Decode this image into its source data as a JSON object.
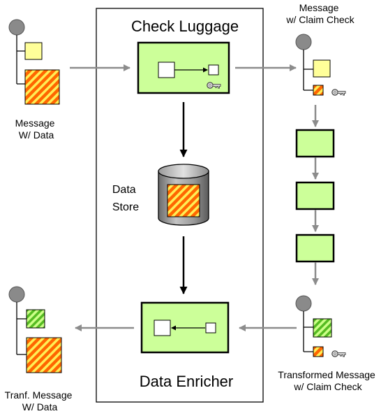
{
  "boundary": {
    "title": "Check Luggage",
    "footer": "Data Enricher"
  },
  "labels": {
    "message_with_data": [
      "Message",
      "W/ Data"
    ],
    "message_with_claim_check": [
      "Message",
      "w/ Claim Check"
    ],
    "data_store": [
      "Data",
      "Store"
    ],
    "transformed_with_claim_check": [
      "Transformed Message",
      "w/ Claim Check"
    ],
    "transformed_with_data": [
      "Tranf. Message",
      "W/ Data"
    ]
  },
  "colors": {
    "filter_fill": "#ccff99",
    "header_yellow": "#ffff99",
    "data_orange": "#ff6600",
    "data_stripe": "#ffee55",
    "green_stripe": "#99ee55",
    "arrow_gray": "#8c8c8c",
    "store_gray": "#8f8f8f"
  },
  "icons": {
    "key": "key-icon",
    "message_root": "message-root-circle"
  }
}
